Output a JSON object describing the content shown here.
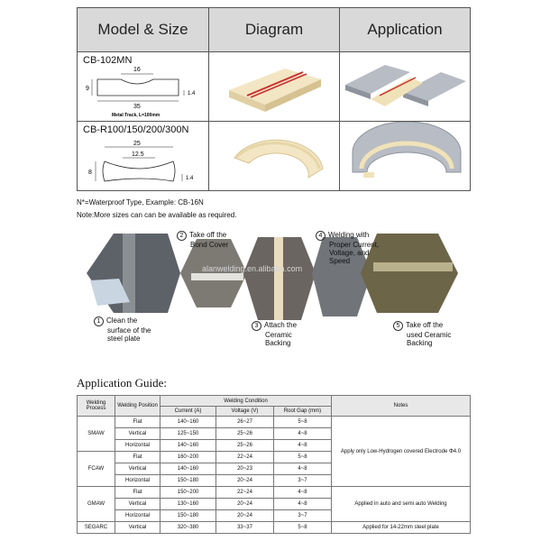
{
  "models_table": {
    "headers": [
      "Model & Size",
      "Diagram",
      "Application"
    ],
    "rows": [
      {
        "model": "CB-102MN",
        "dims": [
          "16",
          "9",
          "1.4",
          "35"
        ],
        "caption": "Metal Track, L=100mm"
      },
      {
        "model": "CB-R100/150/200/300N",
        "dims": [
          "25",
          "12.5",
          "8",
          "1.4"
        ],
        "caption": ""
      }
    ]
  },
  "notes": [
    "N*=Waterproof Type, Example: CB-16N",
    "Note:More sizes can can be available as required."
  ],
  "process": {
    "watermark": "alanwelding.en.alibaba.com",
    "steps": [
      {
        "num": "1",
        "lines": [
          "Clean the",
          "surface of the",
          "steel plate"
        ]
      },
      {
        "num": "2",
        "lines": [
          "Take off the",
          "Bond Cover"
        ]
      },
      {
        "num": "3",
        "lines": [
          "Attach the",
          "Ceramic",
          "Backing"
        ]
      },
      {
        "num": "4",
        "lines": [
          "Welding with",
          "Proper Current,",
          "Voltage, and",
          "Speed"
        ]
      },
      {
        "num": "5",
        "lines": [
          "Take off the",
          "used Ceramic",
          "Backing"
        ]
      }
    ]
  },
  "guide": {
    "title": "Application Guide:",
    "headers": {
      "process": "Welding Process",
      "position": "Welding Position",
      "condition": "Welding Condition",
      "current": "Current (A)",
      "voltage": "Voltage (V)",
      "gap": "Root Gap (mm)",
      "notes": "Notes"
    },
    "rows": [
      {
        "process": "SMAW",
        "position": "Flat",
        "current": "140~160",
        "voltage": "26~27",
        "gap": "5~8"
      },
      {
        "process": "",
        "position": "Vertical",
        "current": "125~150",
        "voltage": "25~26",
        "gap": "4~8"
      },
      {
        "process": "",
        "position": "Horizontal",
        "current": "140~160",
        "voltage": "25~26",
        "gap": "4~8"
      },
      {
        "process": "FCAW",
        "position": "Flat",
        "current": "160~200",
        "voltage": "22~24",
        "gap": "5~8"
      },
      {
        "process": "",
        "position": "Vertical",
        "current": "140~160",
        "voltage": "20~23",
        "gap": "4~8"
      },
      {
        "process": "",
        "position": "Horizontal",
        "current": "150~180",
        "voltage": "20~24",
        "gap": "3~7"
      },
      {
        "process": "GMAW",
        "position": "Flat",
        "current": "150~200",
        "voltage": "22~24",
        "gap": "4~8"
      },
      {
        "process": "",
        "position": "Vertical",
        "current": "130~160",
        "voltage": "20~24",
        "gap": "4~8"
      },
      {
        "process": "",
        "position": "Horizontal",
        "current": "150~180",
        "voltage": "20~24",
        "gap": "3~7"
      },
      {
        "process": "SEGARC",
        "position": "Vertical",
        "current": "320~380",
        "voltage": "33~37",
        "gap": "5~8"
      }
    ],
    "notes": [
      "Apply only Low-Hydrogen covered Electrode Φ4.0",
      "Applied in auto and semi auto Welding",
      "Applied for 14-22mm steel plate"
    ]
  }
}
